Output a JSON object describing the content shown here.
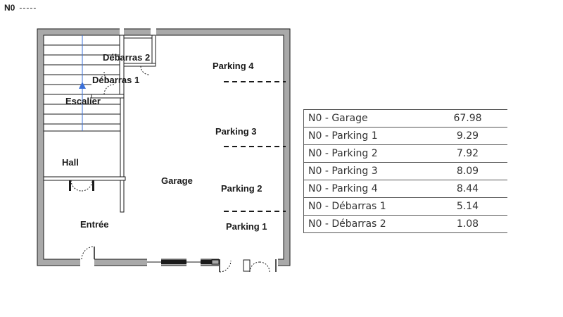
{
  "header": {
    "level": "N0",
    "dashes": "-----"
  },
  "rooms": {
    "debarras2": "Débarras 2",
    "debarras1": "Débarras 1",
    "escalier": "Escalier",
    "hall": "Hall",
    "entree": "Entrée",
    "garage": "Garage",
    "parking4": "Parking 4",
    "parking3": "Parking 3",
    "parking2": "Parking 2",
    "parking1": "Parking 1"
  },
  "table": {
    "rows": [
      {
        "room": "N0 - Garage",
        "area": "67.98"
      },
      {
        "room": "N0 - Parking 1",
        "area": "9.29"
      },
      {
        "room": "N0 - Parking 2",
        "area": "7.92"
      },
      {
        "room": "N0 - Parking 3",
        "area": "8.09"
      },
      {
        "room": "N0 - Parking 4",
        "area": "8.44"
      },
      {
        "room": "N0 - Débarras 1",
        "area": "5.14"
      },
      {
        "room": "N0 - Débarras 2",
        "area": "1.08"
      }
    ]
  },
  "colors": {
    "wall": "#a9a9a9",
    "line": "#1a1a1a",
    "stair_arrow": "#3a6fd8"
  }
}
